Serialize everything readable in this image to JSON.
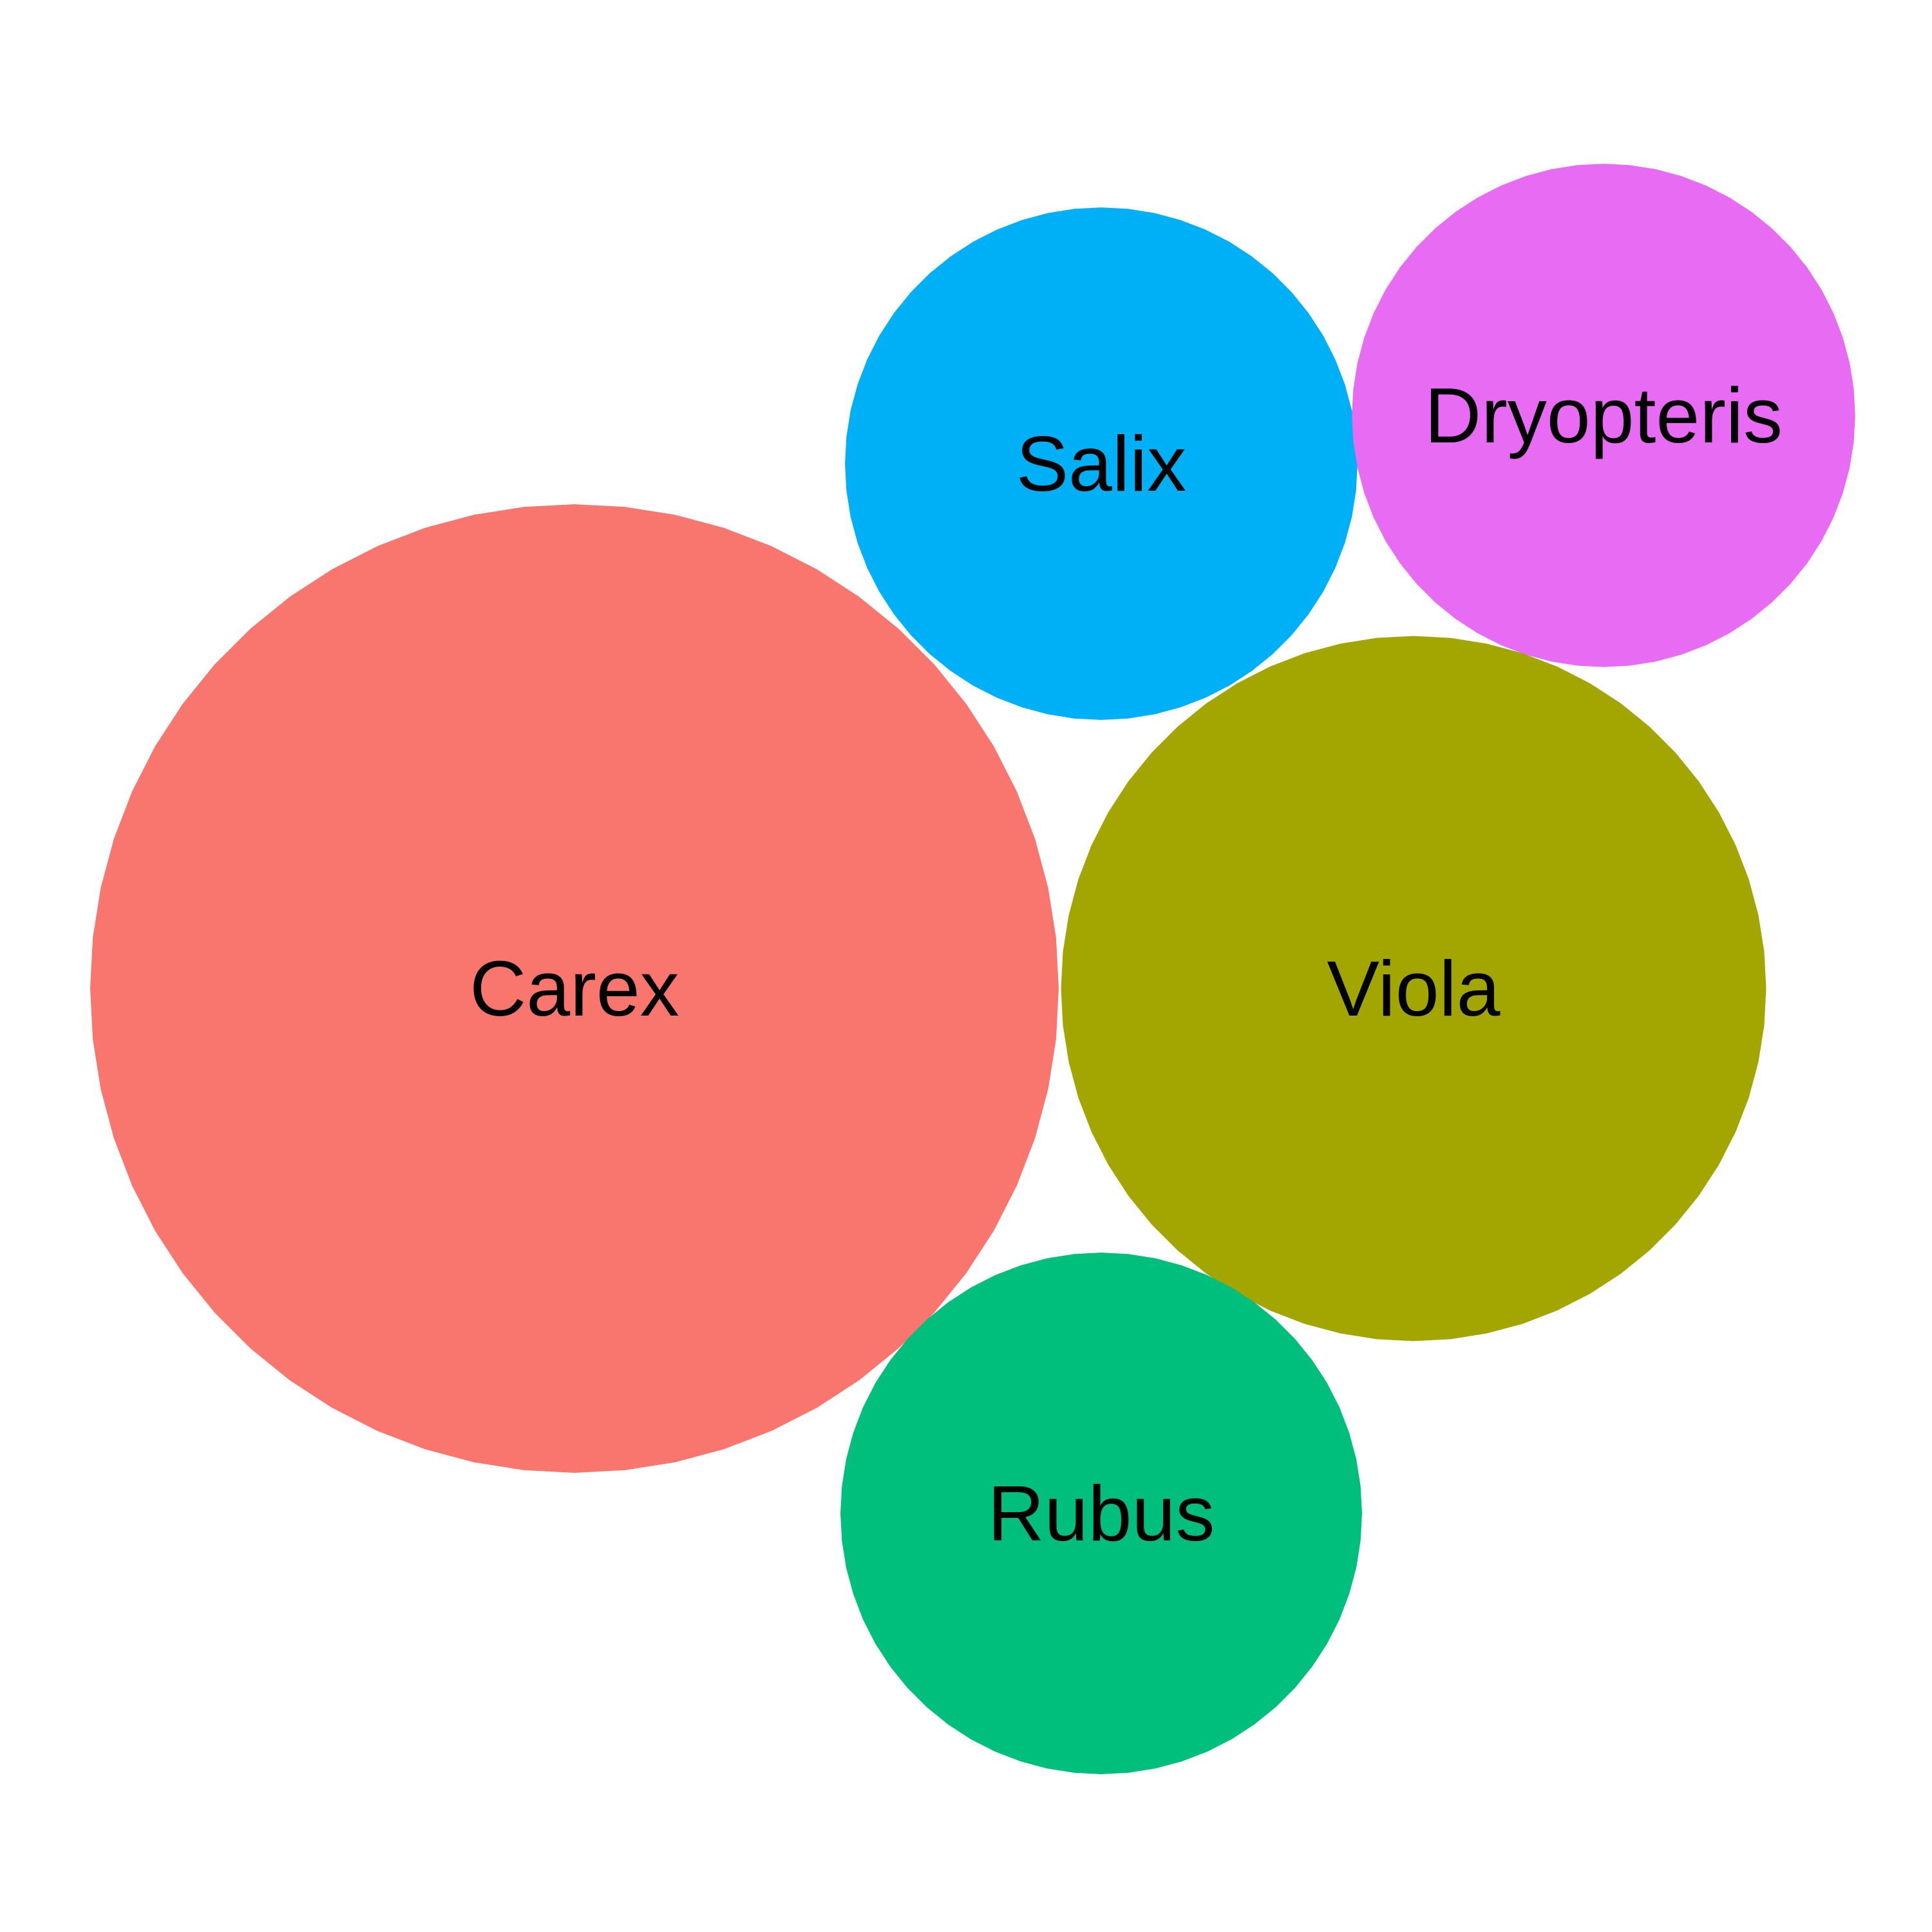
{
  "chart_data": {
    "type": "packed-bubble",
    "items": [
      {
        "label": "Carex",
        "size": 1.0,
        "color": "#F8766D"
      },
      {
        "label": "Viola",
        "size": 0.53,
        "color": "#A3A500"
      },
      {
        "label": "Salix",
        "size": 0.28,
        "color": "#00B0F6"
      },
      {
        "label": "Rubus",
        "size": 0.29,
        "color": "#00BF7D"
      },
      {
        "label": "Dryopteris",
        "size": 0.27,
        "color": "#E76BF3"
      }
    ],
    "legend": "none",
    "grid": false
  }
}
